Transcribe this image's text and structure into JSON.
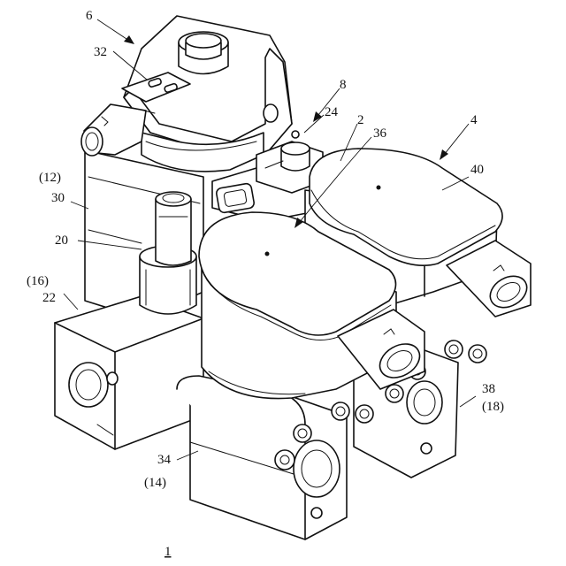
{
  "labels": {
    "l6": "6",
    "l32": "32",
    "l8": "8",
    "l24": "24",
    "l2": "2",
    "l36": "36",
    "l4": "4",
    "l40": "40",
    "l12": "(12)",
    "l30": "30",
    "l20": "20",
    "l16": "(16)",
    "l22": "22",
    "l34": "34",
    "l14": "(14)",
    "l38": "38",
    "l18": "(18)",
    "l1": "1"
  }
}
